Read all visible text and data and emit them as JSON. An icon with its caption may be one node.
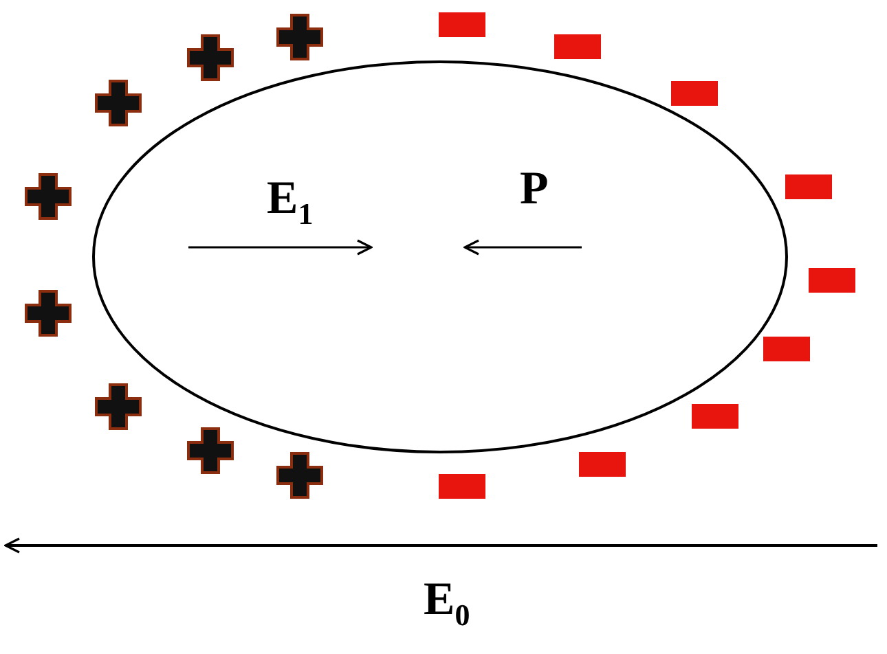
{
  "diagram": {
    "nodes": [
      {
        "text": [
          "E$_{1}$",
          "P"
        ]
      }
    ],
    "labels": [
      "E$_{0}$"
    ]
  }
}
